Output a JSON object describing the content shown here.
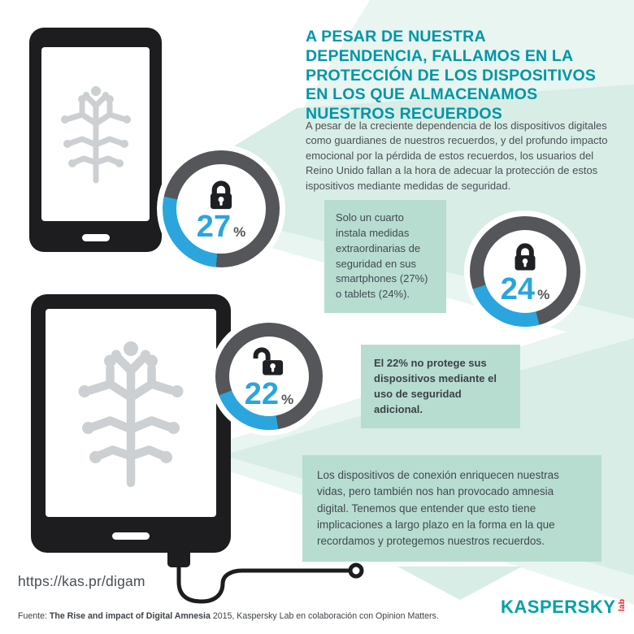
{
  "palette": {
    "teal": "#0095a8",
    "mint_light": "#e8f5f0",
    "mint": "#d7ede6",
    "mint_box": "#b7ddd1",
    "blue": "#2aa5de",
    "dark_gray": "#54565a",
    "text": "#4a5054",
    "black": "#1d1d1f",
    "logo_teal": "#00a1a7",
    "logo_red": "#e3262c"
  },
  "icons": {
    "brain": "brain-icon (gray neuron-tree line art)",
    "padlock_closed": "padlock-closed-icon",
    "padlock_open": "padlock-open-icon",
    "cable": "charging-cable-icon"
  },
  "title": "A PESAR DE NUESTRA DEPENDENCIA, FALLAMOS EN LA PROTECCIÓN DE LOS DISPOSITIVOS EN LOS QUE ALMACENAMOS NUESTROS RECUERDOS",
  "intro": "A pesar de la creciente dependencia de los dispositivos digitales como guardianes de nuestros recuerdos, y del profundo impacto emocional por la pérdida de estos recuerdos, los usuarios del Reino Unido fallan a la hora de adecuar la protección de estos ispositivos mediante medidas de seguridad.",
  "callouts": {
    "quarter": "Solo un cuarto instala medidas extraordinarias de seguridad en sus smartphones (27%) o tablets (24%).",
    "unprotected": "El 22% no protege sus dispositivos mediante el uso de seguridad adicional.",
    "connection": "Los dispositivos de conexión enriquecen nuestras vidas, pero también nos han provocado amnesia digital. Tenemos que entender que esto tiene implicaciones a largo plazo en la forma en la que recordamos y protegemos nuestros recuerdos."
  },
  "url": "https://kas.pr/digam",
  "footer": {
    "prefix": "Fuente: ",
    "bold": "The Rise and impact of Digital Amnesia",
    "rest": " 2015, Kaspersky Lab en colaboración con Opinion Matters."
  },
  "logo": {
    "brand": "KASPERSKY",
    "sub": "lab"
  },
  "chart_data": {
    "type": "pie",
    "variant": "donut-gauge",
    "title": "Usuarios del Reino Unido con medidas de seguridad en sus dispositivos",
    "legend_position": "none",
    "donuts": [
      {
        "id": "smartphones",
        "label": "smartphones con medidas extraordinarias de seguridad",
        "display": "27",
        "value": 27,
        "unit": "%",
        "lock": "closed",
        "start_deg": 185
      },
      {
        "id": "tablets",
        "label": "tablets con medidas extraordinarias de seguridad",
        "display": "24",
        "value": 24,
        "unit": "%",
        "lock": "closed",
        "start_deg": 165
      },
      {
        "id": "sin-proteccion",
        "label": "no protege sus dispositivos con seguridad adicional",
        "display": "22",
        "value": 22,
        "unit": "%",
        "lock": "open",
        "start_deg": 170
      }
    ],
    "colors": {
      "active": "#2aa5de",
      "track": "#54565a"
    }
  }
}
